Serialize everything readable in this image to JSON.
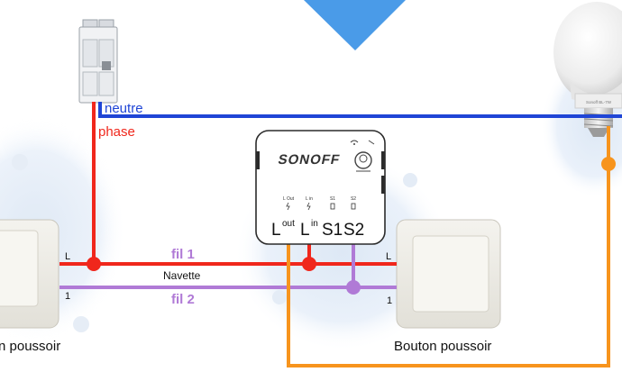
{
  "labels": {
    "neutre": "neutre",
    "phase": "phase",
    "fil1": "fil 1",
    "fil2": "fil 2",
    "navette": "Navette",
    "left_L": "L",
    "left_1": "1",
    "right_L": "L",
    "right_1": "1",
    "left_button": "n poussoir",
    "right_button": "Bouton poussoir"
  },
  "sonoff": {
    "brand": "SONOFF",
    "small_terminals": [
      "L Out",
      "L in",
      "S1",
      "S2"
    ],
    "terminal_Lout_main": "L",
    "terminal_Lout_sup": "out",
    "terminal_Lin_main": "L",
    "terminal_Lin_sup": "in",
    "terminal_S1": "S1",
    "terminal_S2": "S2"
  },
  "bulb_text": "Sonoff BL-7W",
  "colors": {
    "neutral": "#1f45d6",
    "phase": "#f0271c",
    "navette": "#b07ad6",
    "output": "#f7941d",
    "arrow": "#4a9be8",
    "box_glow": "#e6eef8"
  },
  "icons": [
    "down-arrow-icon",
    "circuit-breaker-icon",
    "light-bulb-icon",
    "wifi-signal-icon",
    "light-sensor-icon"
  ]
}
